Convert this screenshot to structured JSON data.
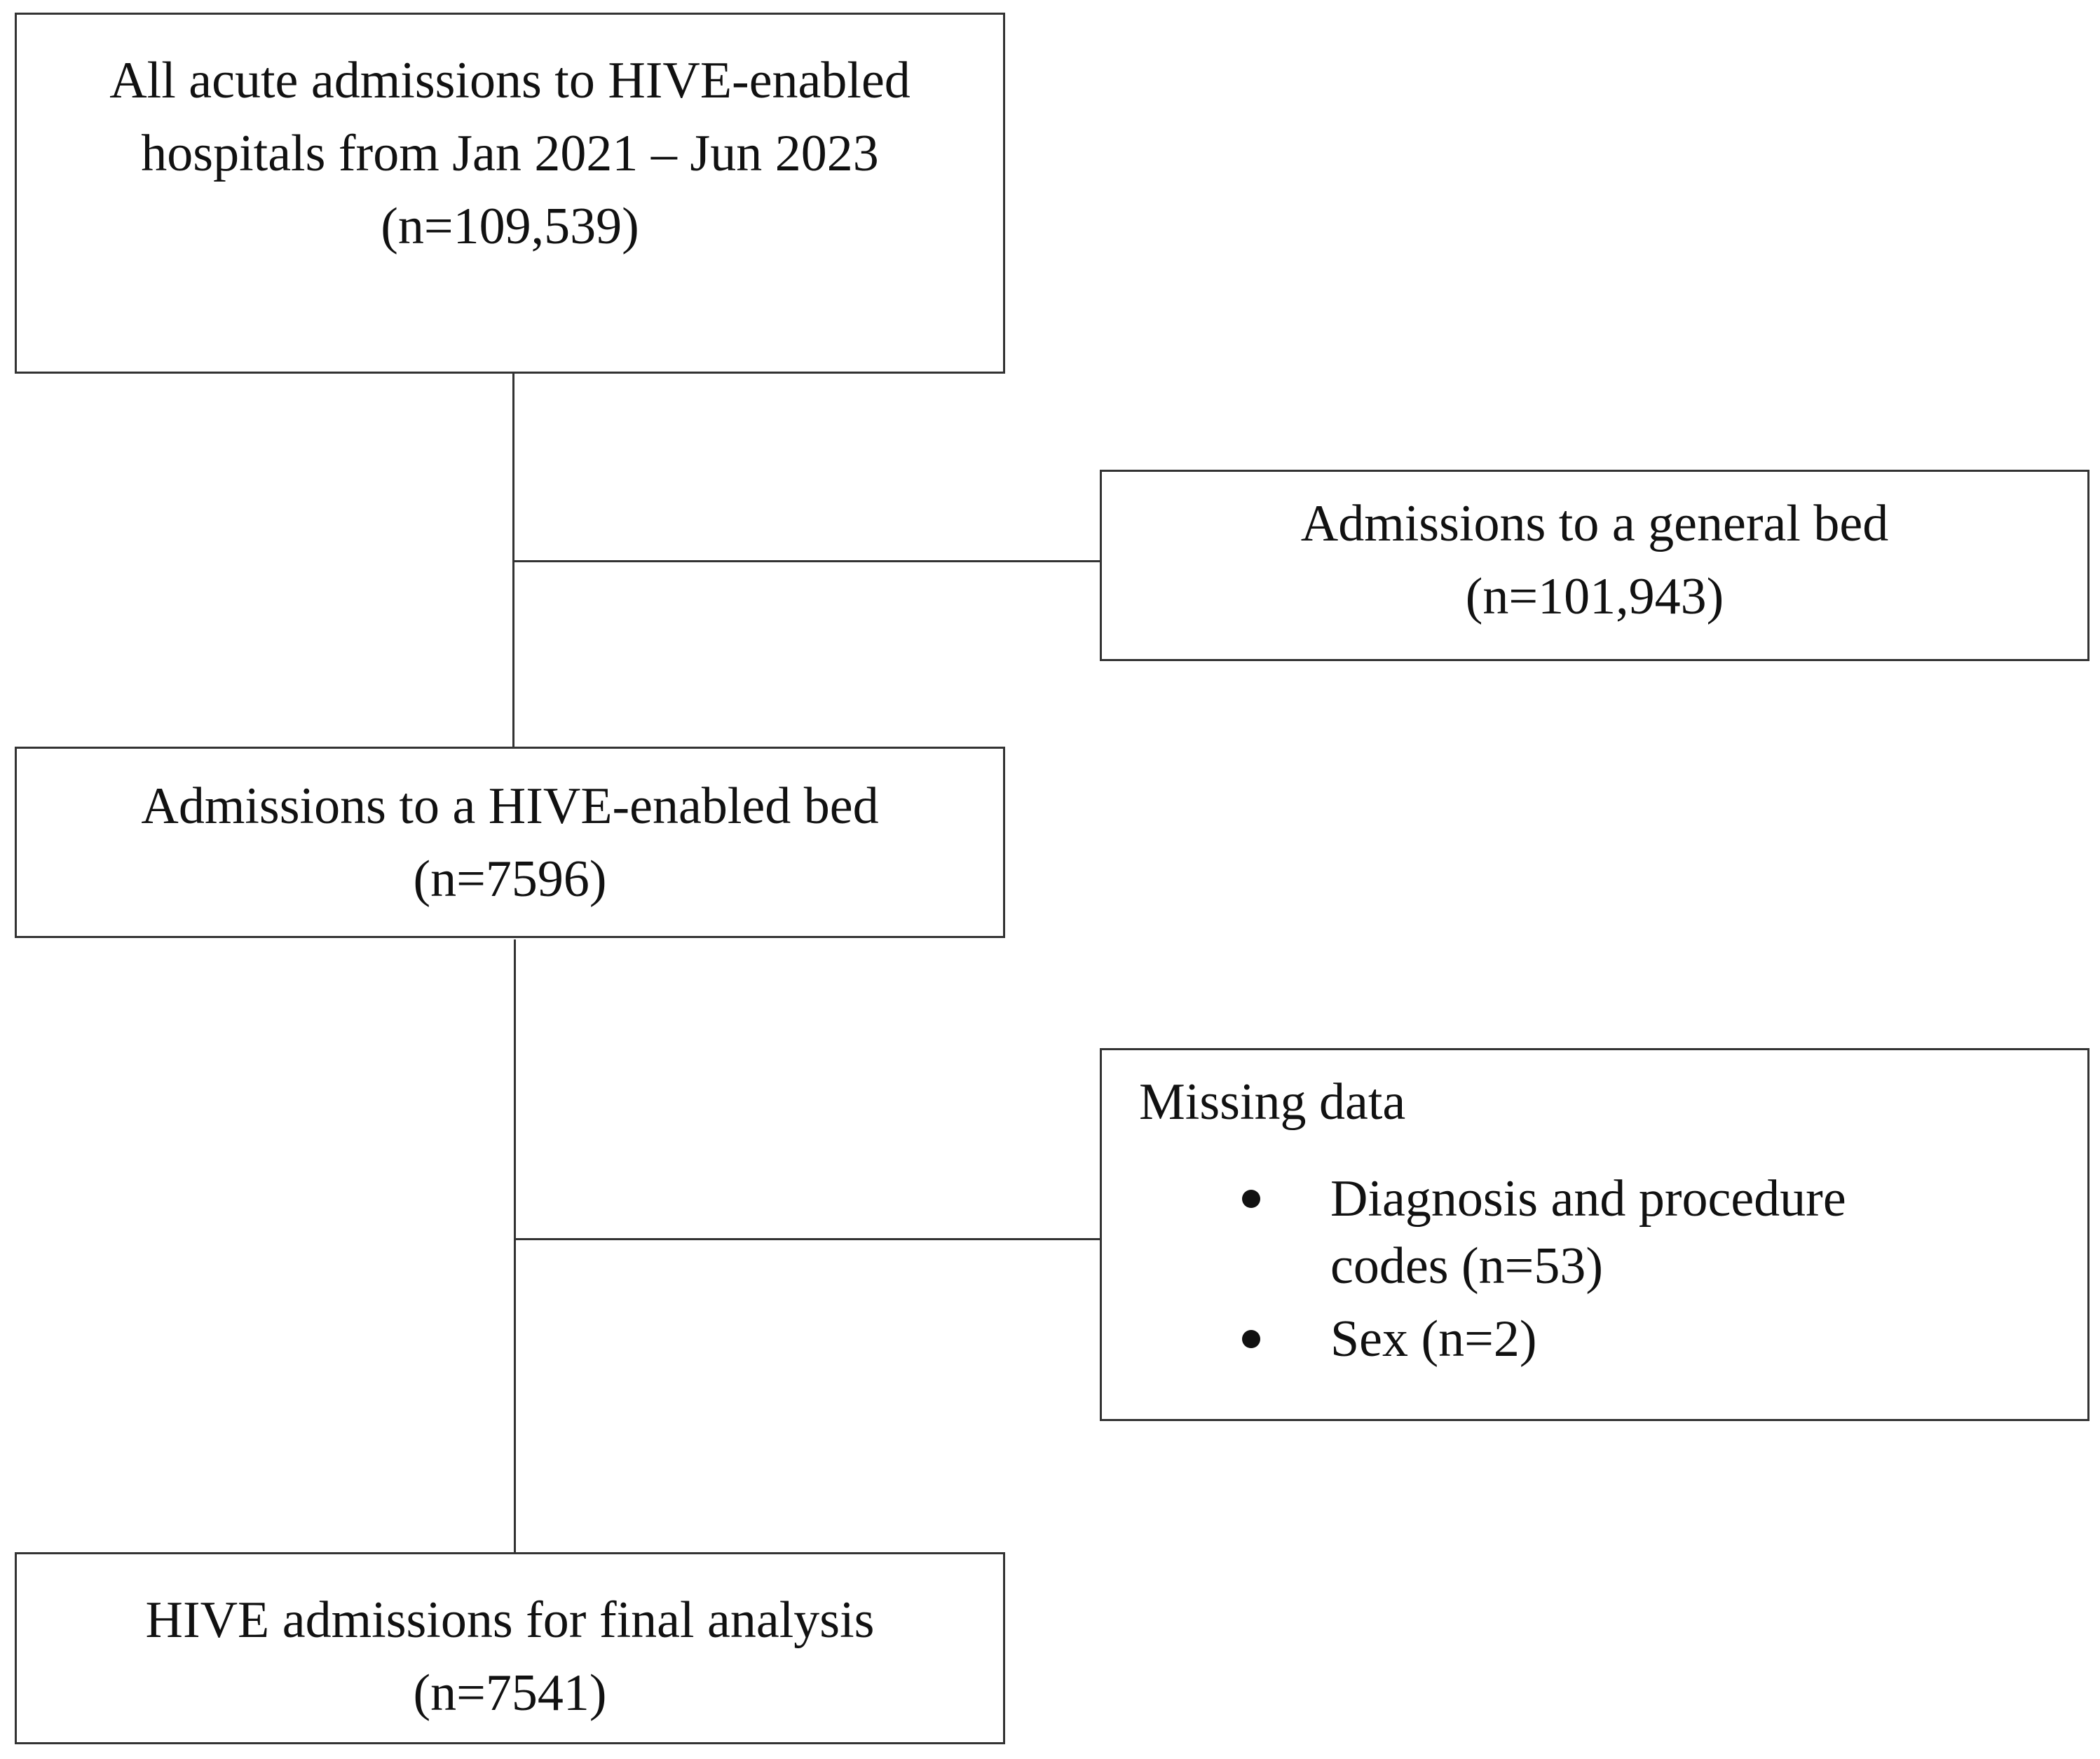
{
  "boxes": {
    "all_admissions": {
      "line1": "All acute admissions to HIVE-enabled",
      "line2": "hospitals from Jan 2021 – Jun 2023",
      "count": "(n=109,539)"
    },
    "general_bed": {
      "line1": "Admissions to a general bed",
      "count": "(n=101,943)"
    },
    "hive_bed": {
      "line1": "Admissions to a HIVE-enabled bed",
      "count": "(n=7596)"
    },
    "missing_data": {
      "title": "Missing data",
      "items": [
        {
          "line1": "Diagnosis and procedure",
          "line2": "codes (n=53)"
        },
        {
          "line1": "Sex (n=2)"
        }
      ]
    },
    "final": {
      "line1": "HIVE admissions for final analysis",
      "count": "(n=7541)"
    }
  },
  "colors": {
    "border": "#333333",
    "text": "#111111",
    "background": "#ffffff"
  }
}
